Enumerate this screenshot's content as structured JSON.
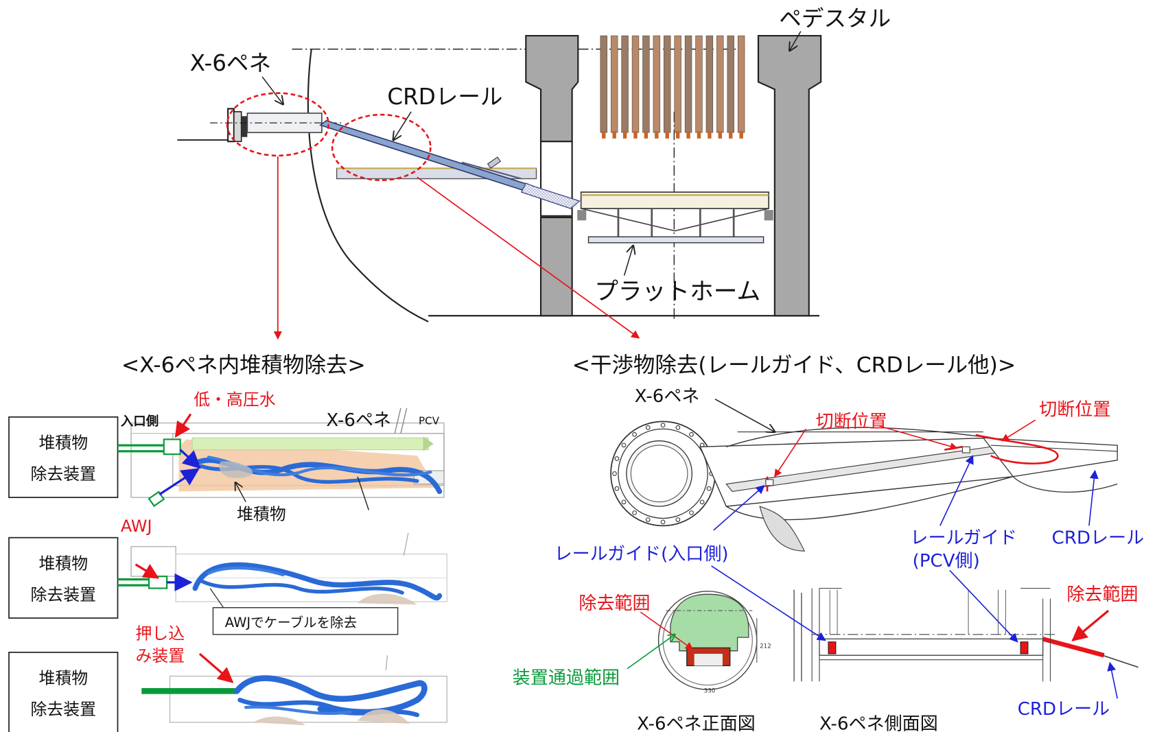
{
  "labels": {
    "pedestal": "ペデスタル",
    "x6_pene": "X-6ペネ",
    "crd_rail": "CRDレール",
    "platform": "プラットホーム"
  },
  "left_panel": {
    "heading": "<X-6ペネ内堆積物除去>",
    "inlet_side": "入口側",
    "pressure_water": "低・高圧水",
    "pene": "X-6ペネ",
    "pcv": "PCV",
    "awj": "AWJ",
    "deposits": "堆積物",
    "cable_removal": "AWJでケーブルを除去",
    "pusher_line1": "押し込",
    "pusher_line2": "み装置",
    "device_boxes": [
      {
        "line1": "堆積物",
        "line2": "除去装置"
      },
      {
        "line1": "堆積物",
        "line2": "除去装置"
      },
      {
        "line1": "堆積物",
        "line2": "除去装置"
      }
    ]
  },
  "right_panel": {
    "heading": "<干渉物除去(レールガイド、CRDレール他)>",
    "pene": "X-6ペネ",
    "cut_position_1": "切断位置",
    "cut_position_2": "切断位置",
    "rail_guide_inlet": "レールガイド(入口側)",
    "rail_guide_pcv_line1": "レールガイド",
    "rail_guide_pcv_line2": "(PCV側)",
    "crd_rail_1": "CRDレール",
    "removal_range_1": "除去範囲",
    "removal_range_2": "除去範囲",
    "passage_range": "装置通過範囲",
    "crd_rail_2": "CRDレール",
    "front_view": "X-6ペネ正面図",
    "side_view": "X-6ペネ側面図"
  },
  "colors": {
    "red": "#e8141a",
    "blue": "#1d21d8",
    "green": "#0a9a3a",
    "cable_blue": "#2a6ad6",
    "pedestal_gray": "#a8a8a8",
    "rail_blue": "#8aa4cf",
    "passage_green": "#a6dca6",
    "removal_red": "#c0301a"
  }
}
